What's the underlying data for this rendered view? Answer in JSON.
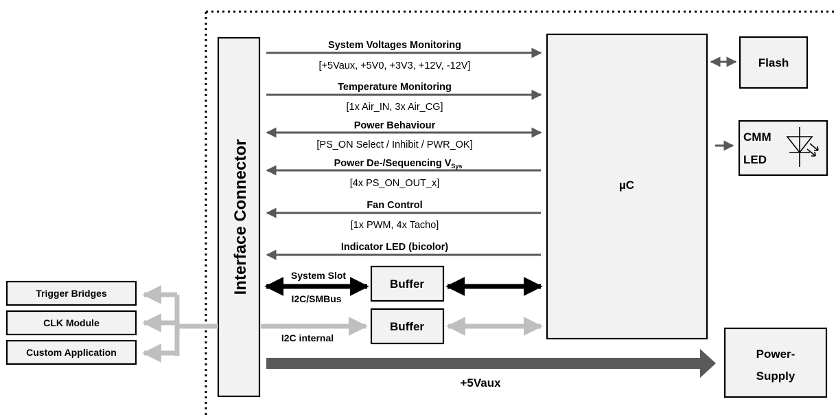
{
  "interface_connector": {
    "label": "Interface Connector"
  },
  "microcontroller": {
    "label": "µC"
  },
  "flash": {
    "label": "Flash"
  },
  "cmm_led": {
    "line1": "CMM",
    "line2": "LED"
  },
  "power_supply": {
    "line1": "Power-",
    "line2": "Supply"
  },
  "signals": {
    "system_voltages": {
      "title": "System Voltages Monitoring",
      "detail": "[+5Vaux, +5V0, +3V3, +12V, -12V]"
    },
    "temperature": {
      "title": "Temperature Monitoring",
      "detail": "[1x Air_IN, 3x Air_CG]"
    },
    "power_behaviour": {
      "title": "Power Behaviour",
      "detail": "[PS_ON Select / Inhibit / PWR_OK]"
    },
    "power_sequencing": {
      "title": "Power De-/Sequencing V",
      "title_subscript": "Sys",
      "detail": "[4x PS_ON_OUT_x]"
    },
    "fan_control": {
      "title": "Fan Control",
      "detail": "[1x PWM, 4x Tacho]"
    },
    "indicator_led": {
      "title": "Indicator LED (bicolor)"
    },
    "system_slot_bus": {
      "title": "System Slot",
      "detail": "I2C/SMBus"
    },
    "i2c_internal": {
      "title": "I2C internal"
    }
  },
  "buffers": {
    "upper": "Buffer",
    "lower": "Buffer"
  },
  "power_rail": {
    "label": "+5Vaux"
  },
  "external_modules": [
    "Trigger Bridges",
    "CLK Module",
    "Custom Application"
  ],
  "colors": {
    "box_fill": "#f2f2f2",
    "arrow_dark": "#595959",
    "arrow_light": "#bfbfbf",
    "bus_black": "#000000",
    "rail": "#595959"
  }
}
